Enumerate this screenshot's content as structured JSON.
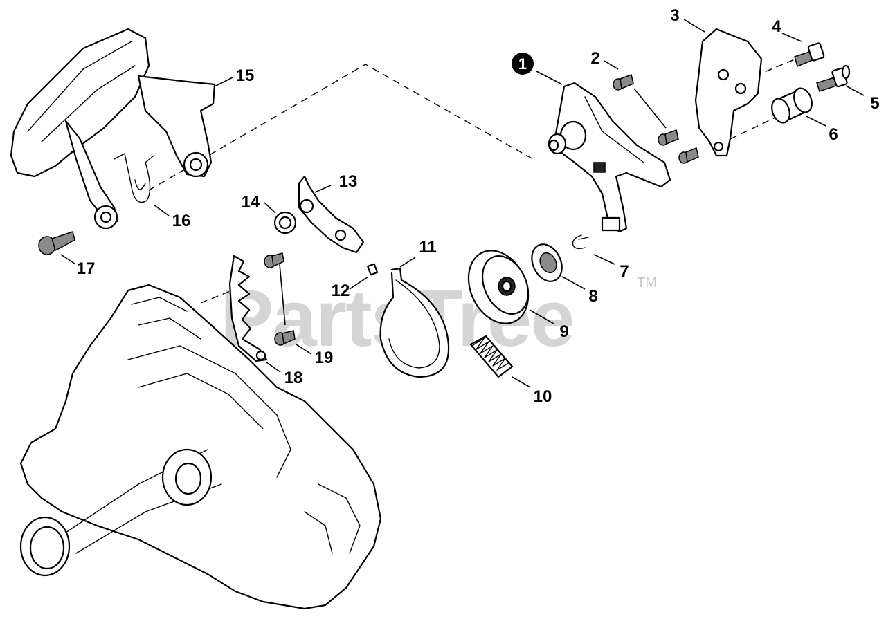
{
  "watermark": {
    "text": "PartsTree",
    "trademark": "TM"
  },
  "callouts": [
    {
      "id": "1",
      "label": "1",
      "circled": true
    },
    {
      "id": "2",
      "label": "2"
    },
    {
      "id": "3",
      "label": "3"
    },
    {
      "id": "4",
      "label": "4"
    },
    {
      "id": "5",
      "label": "5"
    },
    {
      "id": "6",
      "label": "6"
    },
    {
      "id": "7",
      "label": "7"
    },
    {
      "id": "8",
      "label": "8"
    },
    {
      "id": "9",
      "label": "9"
    },
    {
      "id": "10",
      "label": "10"
    },
    {
      "id": "11",
      "label": "11"
    },
    {
      "id": "12",
      "label": "12"
    },
    {
      "id": "13",
      "label": "13"
    },
    {
      "id": "14",
      "label": "14"
    },
    {
      "id": "15",
      "label": "15"
    },
    {
      "id": "16",
      "label": "16"
    },
    {
      "id": "17",
      "label": "17"
    },
    {
      "id": "18",
      "label": "18"
    },
    {
      "id": "19",
      "label": "19"
    }
  ]
}
